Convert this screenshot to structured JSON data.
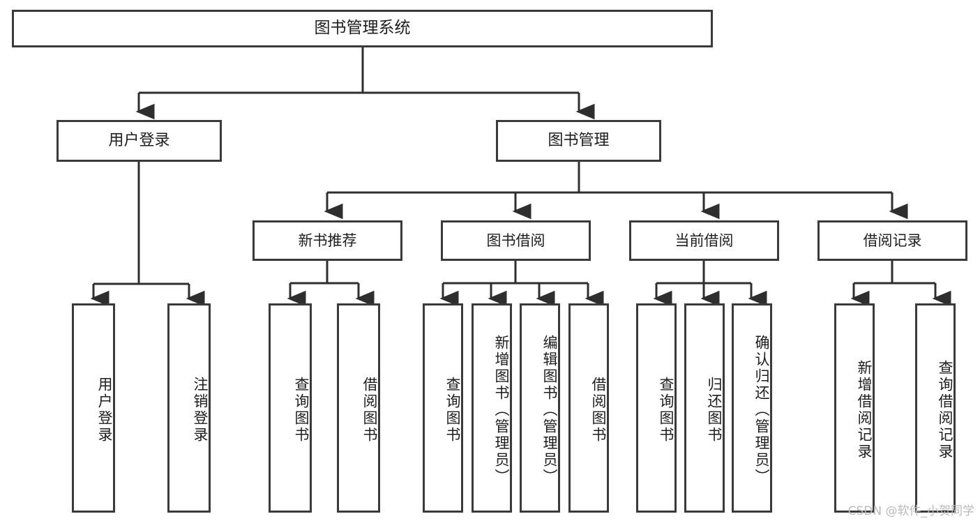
{
  "diagram": {
    "type": "tree-hierarchy",
    "title": "图书管理系统",
    "line_color": "#3a3a3a",
    "background_color": "#ffffff",
    "text_color": "#1d1d1d",
    "root": {
      "label": "图书管理系统"
    },
    "level2": [
      {
        "label": "用户登录"
      },
      {
        "label": "图书管理"
      }
    ],
    "level3": [
      {
        "label": "新书推荐"
      },
      {
        "label": "图书借阅"
      },
      {
        "label": "当前借阅"
      },
      {
        "label": "借阅记录"
      }
    ],
    "leaves": {
      "user_login": [
        {
          "label": "用户登录"
        },
        {
          "label": "注销登录"
        }
      ],
      "new_book_recommend": [
        {
          "label": "查询图书"
        },
        {
          "label": "借阅图书"
        }
      ],
      "book_borrow": [
        {
          "label": "查询图书"
        },
        {
          "label": "新增图书（管理员）"
        },
        {
          "label": "编辑图书（管理员）"
        },
        {
          "label": "借阅图书"
        }
      ],
      "current_borrow": [
        {
          "label": "查询图书"
        },
        {
          "label": "归还图书"
        },
        {
          "label": "确认归还（管理员）"
        }
      ],
      "borrow_record": [
        {
          "label": "新增借阅记录"
        },
        {
          "label": "查询借阅记录"
        }
      ]
    }
  },
  "watermark": {
    "text": "CSDN @软件_小贺同学"
  }
}
